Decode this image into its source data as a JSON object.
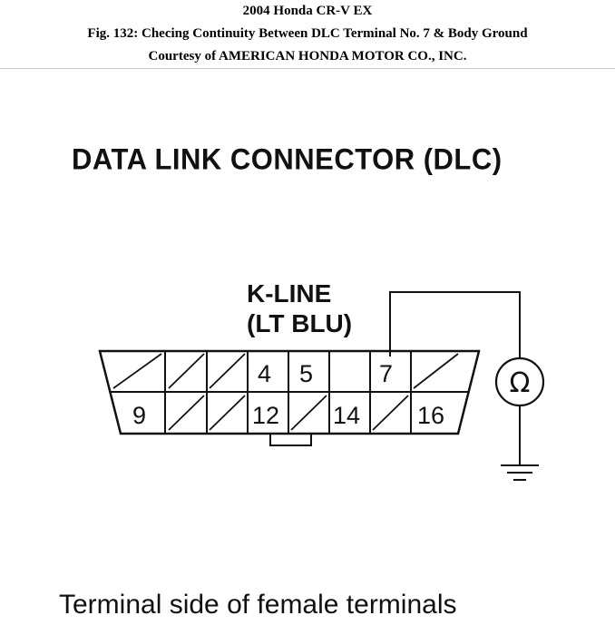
{
  "header": {
    "line1": "2004 Honda CR-V EX",
    "line2": "Fig. 132: Checing Continuity Between DLC Terminal No. 7 & Body Ground",
    "line3": "Courtesy of AMERICAN HONDA MOTOR CO., INC."
  },
  "diagram": {
    "title": "DATA LINK CONNECTOR (DLC)",
    "wire_label_line1": "K-LINE",
    "wire_label_line2": "(LT BLU)",
    "meter_symbol": "Ω",
    "caption": "Terminal side of female terminals",
    "top_row_pins": [
      "4",
      "5",
      "7"
    ],
    "bottom_row_pins": [
      "9",
      "12",
      "14",
      "16"
    ]
  }
}
